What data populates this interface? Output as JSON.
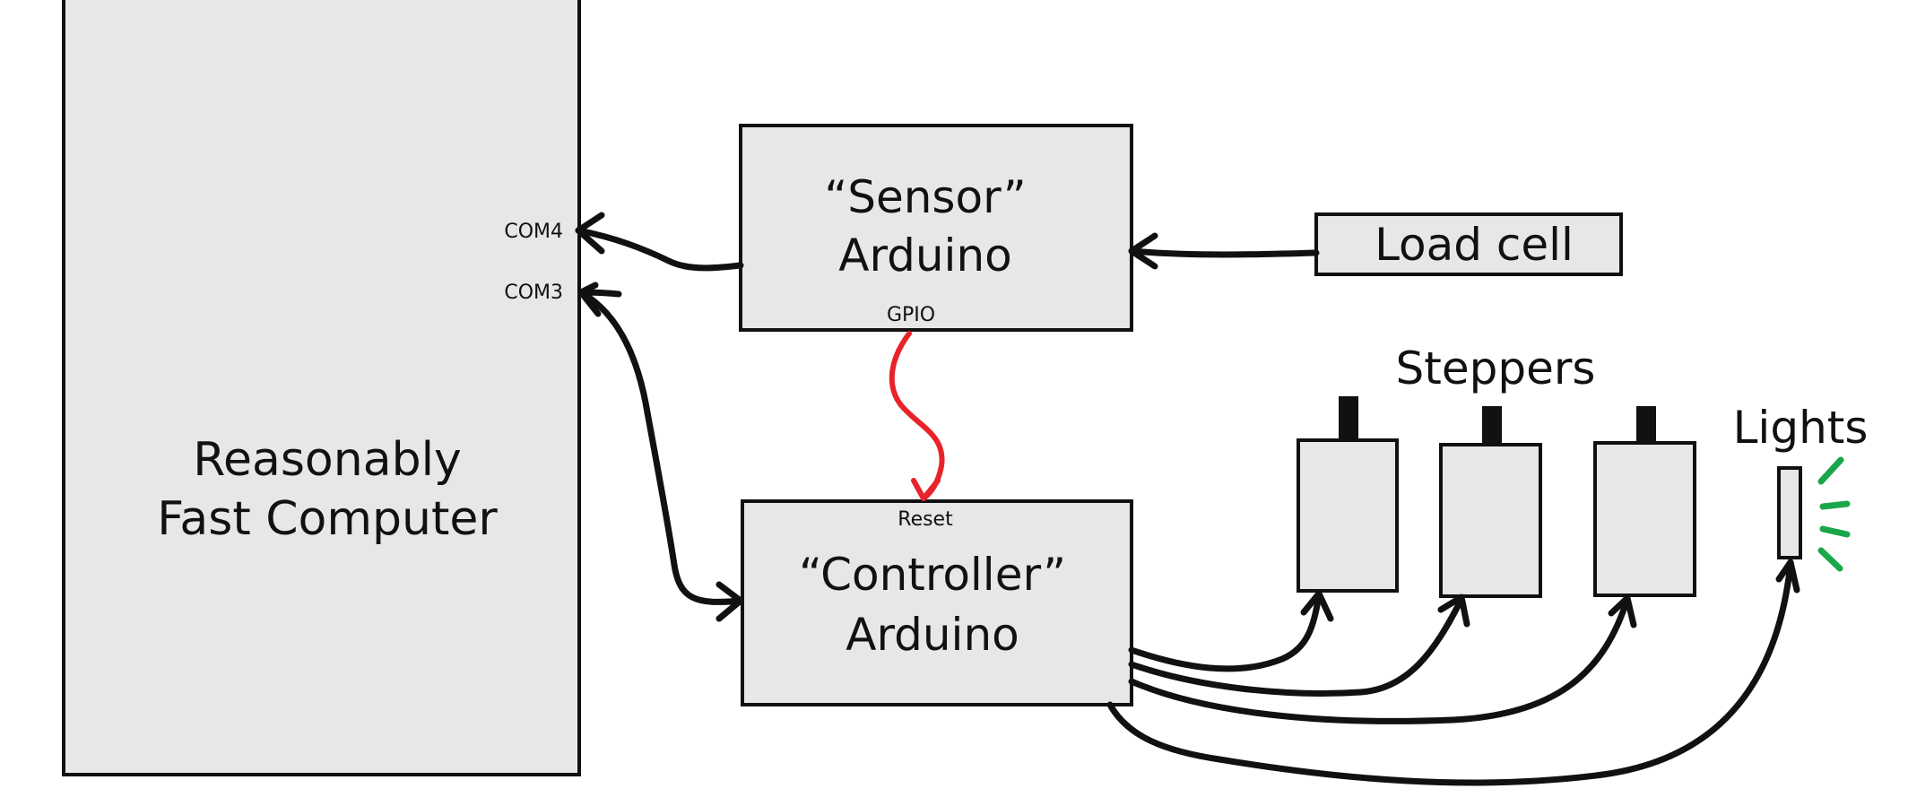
{
  "computer": {
    "line1": "Reasonably",
    "line2": "Fast Computer",
    "port_com4": "COM4",
    "port_com3": "COM3"
  },
  "sensor": {
    "line1": "“Sensor”",
    "line2": "Arduino",
    "gpio": "GPIO"
  },
  "controller": {
    "line1": "“Controller”",
    "line2": "Arduino",
    "reset": "Reset"
  },
  "load_cell": {
    "label": "Load cell"
  },
  "steppers": {
    "label": "Steppers"
  },
  "lights": {
    "label": "Lights"
  },
  "colors": {
    "box_fill": "#e6e7e8",
    "line": "#111111",
    "reset_wire": "#e8232a",
    "light_glow": "#1aa64a"
  }
}
